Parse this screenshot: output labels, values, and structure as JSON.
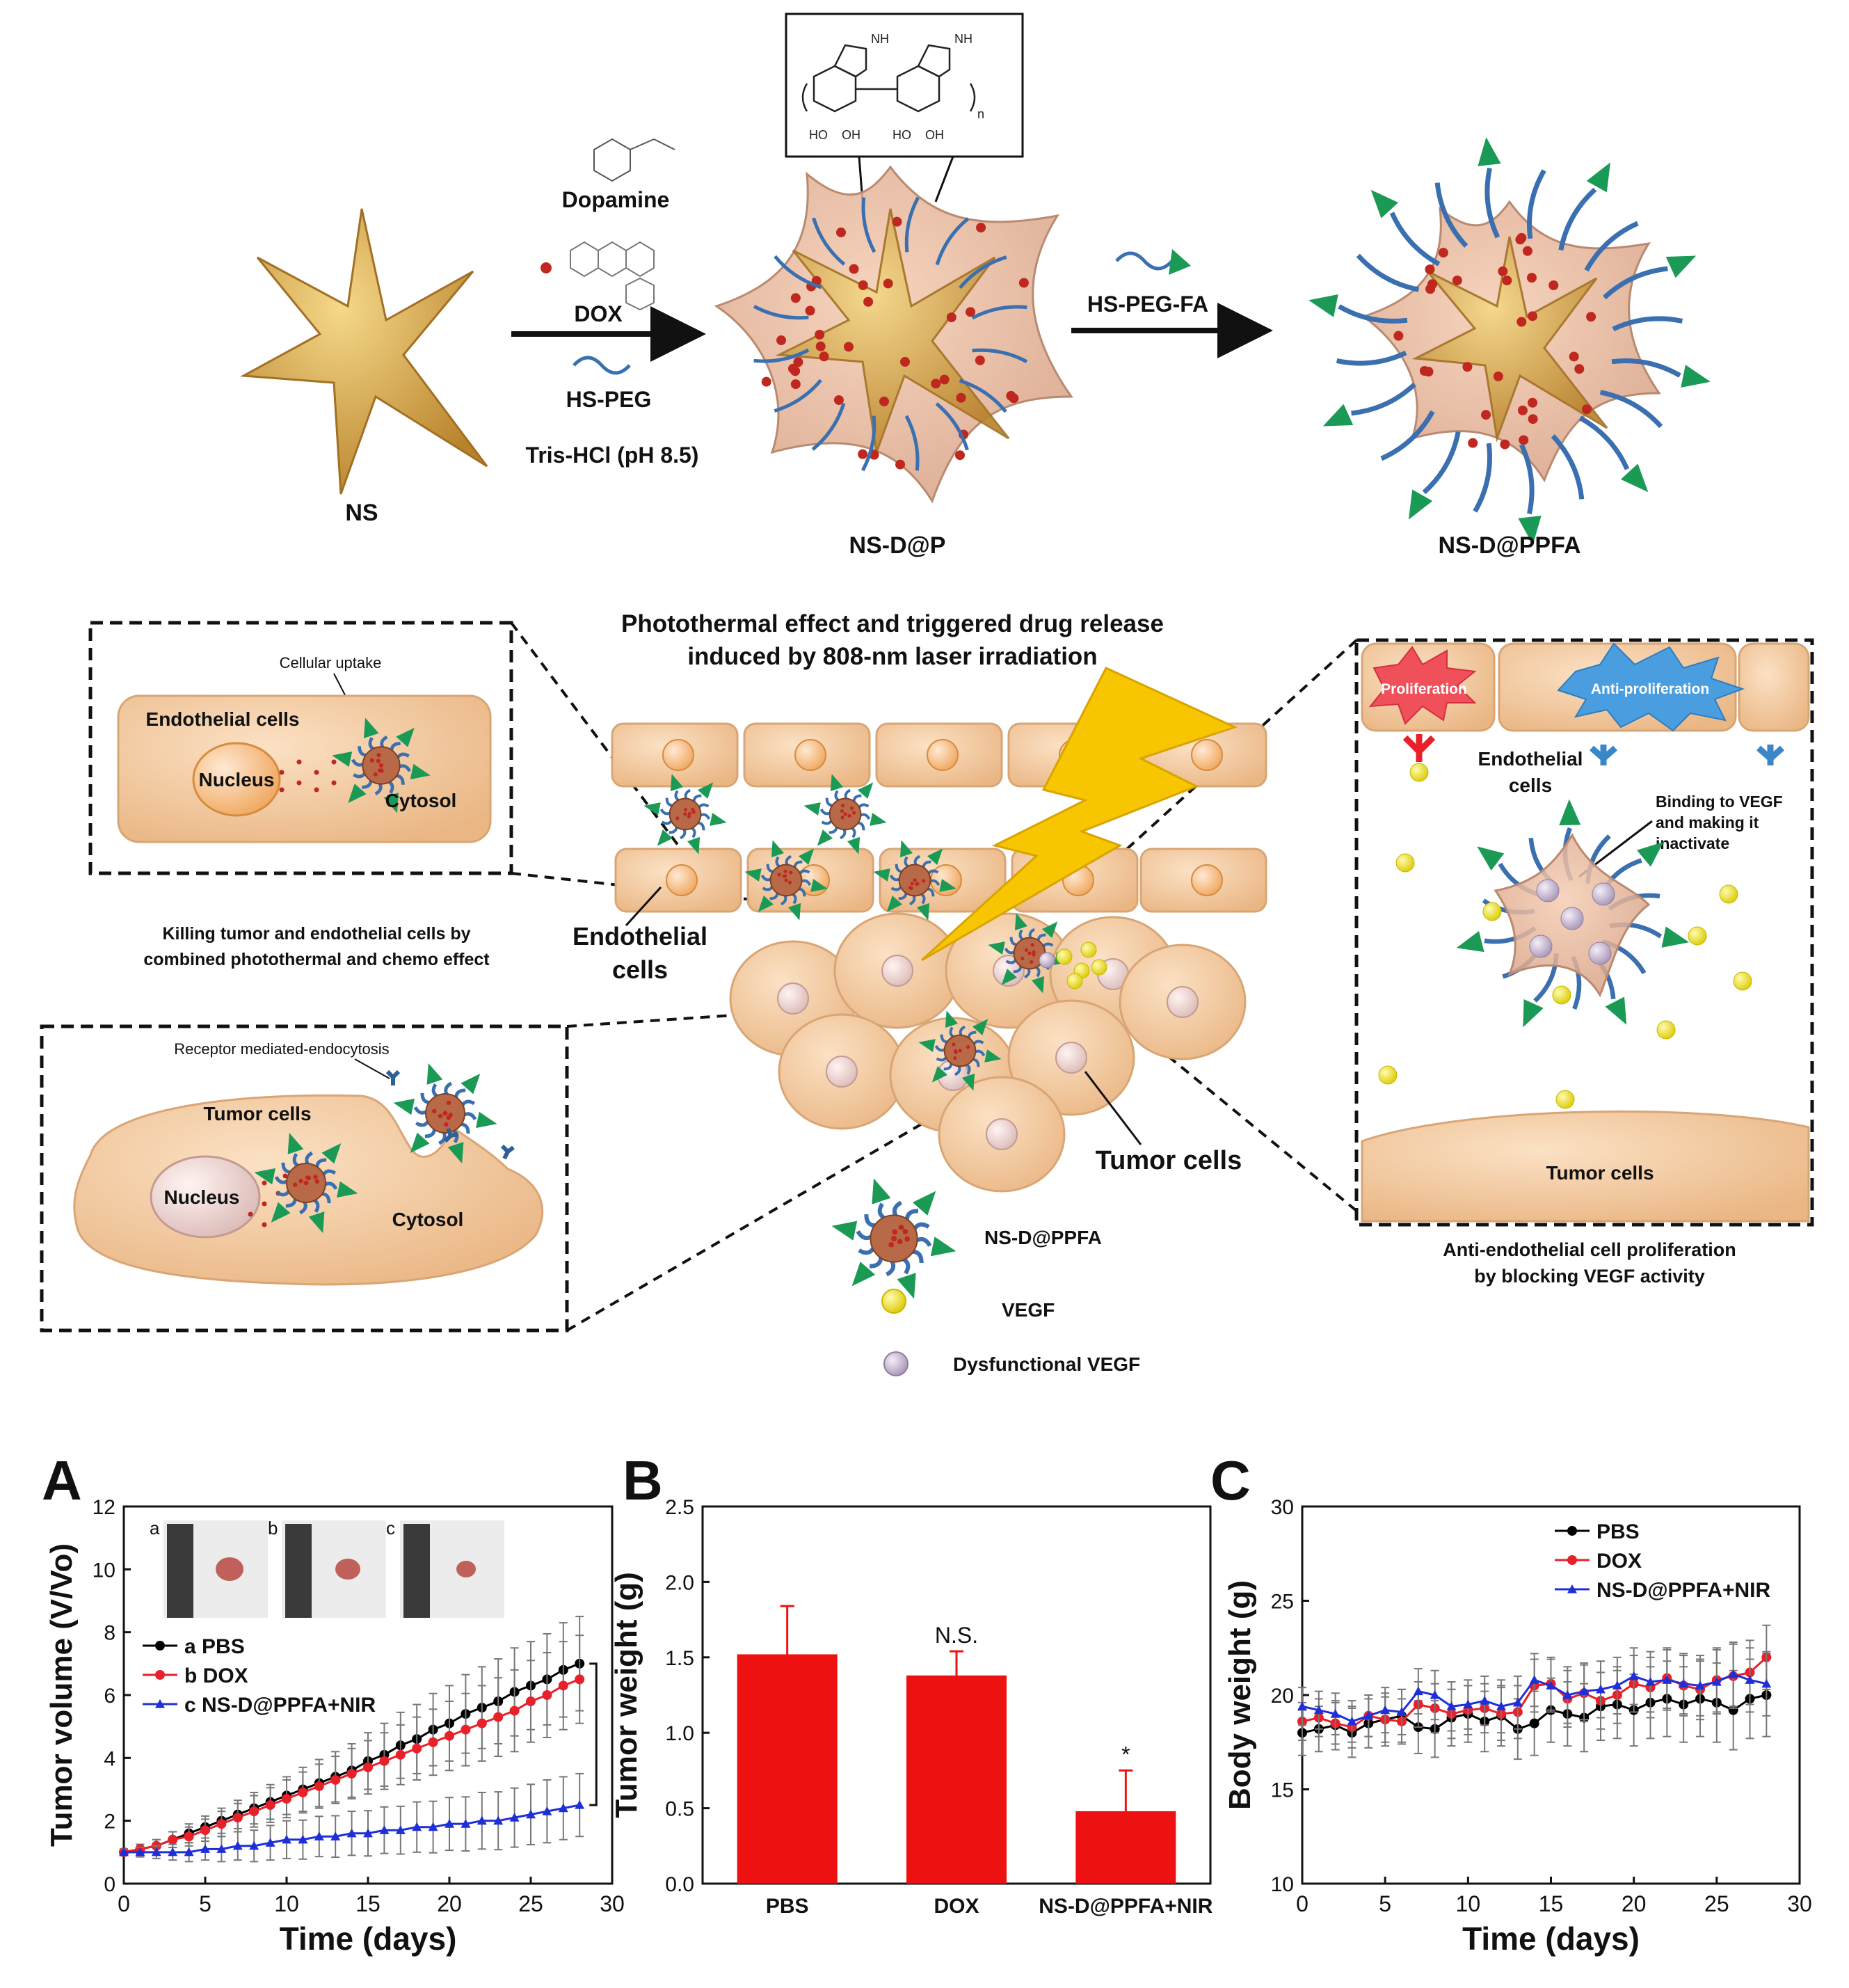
{
  "scheme": {
    "labels": {
      "ns": "NS",
      "nsdp": "NS-D@P",
      "nsdppfa": "NS-D@PPFA",
      "dopamine": "Dopamine",
      "dox": "DOX",
      "hspeg": "HS-PEG",
      "tris": "Tris-HCl (pH 8.5)",
      "hspegfa": "HS-PEG-FA",
      "nh": "NH",
      "oh": "OH",
      "ho": "HO",
      "n": "n"
    },
    "middle": {
      "title1": "Photothermal effect and triggered drug release",
      "title2": "induced by 808-nm  laser irradiation",
      "cellular_uptake": "Cellular uptake",
      "endothelial_cells": "Endothelial  cells",
      "nucleus": "Nucleus",
      "cytosol": "Cytosol",
      "killing1": "Killing  tumor and endothelial  cells by",
      "killing2": "combined  photothermal and chemo effect",
      "endothelial_center1": "Endothelial",
      "endothelial_center2": "cells",
      "receptor": "Receptor mediated-endocytosis",
      "tumor_cells": "Tumor cells",
      "tumor_cells_center": "Tumor cells",
      "proliferation": "Proliferation",
      "anti_proliferation": "Anti-proliferation",
      "endothelial_right1": "Endothelial",
      "endothelial_right2": "cells",
      "binding1": "Binding to VEGF",
      "binding2": "and making it",
      "binding3": "inactivate",
      "tumor_cells_right": "Tumor cells",
      "anti_endo1": "Anti-endothelial  cell proliferation",
      "anti_endo2": "by blocking  VEGF activity"
    },
    "legend": {
      "nsdppfa": "NS-D@PPFA",
      "vegf": "VEGF",
      "dysfunctional": "Dysfunctional  VEGF"
    },
    "colors": {
      "cell": "#f3c79a",
      "cell_edge": "#d9a574",
      "nucleus": "#f0d6cf",
      "gold": "#c9953a",
      "vegf": "#f2e21c",
      "dys_vegf": "#c8b6d2",
      "peg": "#3a6fb0",
      "fa": "#1a9a55",
      "dox": "#c0271e",
      "bolt": "#f7c600",
      "prolif": "#f0505a",
      "antiprolif": "#4a9ee0"
    }
  },
  "chart_data": [
    {
      "panel": "A",
      "type": "line",
      "xlabel": "Time (days)",
      "ylabel": "Tumor volume (V/Vo)",
      "xlim": [
        0,
        30
      ],
      "ylim": [
        0,
        12
      ],
      "xticks": [
        0,
        5,
        10,
        15,
        20,
        25,
        30
      ],
      "yticks": [
        0,
        2,
        4,
        6,
        8,
        10,
        12
      ],
      "inset_letters": [
        "a",
        "b",
        "c"
      ],
      "x": [
        0,
        1,
        2,
        3,
        4,
        5,
        6,
        7,
        8,
        9,
        10,
        11,
        12,
        13,
        14,
        15,
        16,
        17,
        18,
        19,
        20,
        21,
        22,
        23,
        24,
        25,
        26,
        27,
        28
      ],
      "series": [
        {
          "name": "a PBS",
          "color": "#000000",
          "marker": "circle",
          "values": [
            1.0,
            1.1,
            1.2,
            1.4,
            1.6,
            1.8,
            2.0,
            2.2,
            2.4,
            2.6,
            2.8,
            3.0,
            3.2,
            3.4,
            3.6,
            3.9,
            4.1,
            4.4,
            4.6,
            4.9,
            5.1,
            5.4,
            5.6,
            5.8,
            6.1,
            6.3,
            6.5,
            6.8,
            7.0
          ],
          "errors": [
            0.1,
            0.15,
            0.2,
            0.25,
            0.3,
            0.35,
            0.4,
            0.45,
            0.5,
            0.55,
            0.6,
            0.7,
            0.75,
            0.8,
            0.85,
            0.9,
            1.0,
            1.05,
            1.1,
            1.15,
            1.2,
            1.25,
            1.3,
            1.35,
            1.4,
            1.4,
            1.45,
            1.5,
            1.5
          ]
        },
        {
          "name": "b DOX",
          "color": "#e8202a",
          "marker": "circle",
          "values": [
            1.0,
            1.1,
            1.2,
            1.4,
            1.5,
            1.7,
            1.9,
            2.1,
            2.3,
            2.5,
            2.7,
            2.9,
            3.1,
            3.3,
            3.5,
            3.7,
            3.9,
            4.1,
            4.3,
            4.5,
            4.7,
            4.9,
            5.1,
            5.3,
            5.5,
            5.8,
            6.0,
            6.3,
            6.5
          ],
          "errors": [
            0.1,
            0.15,
            0.2,
            0.25,
            0.3,
            0.35,
            0.4,
            0.45,
            0.5,
            0.55,
            0.6,
            0.65,
            0.7,
            0.75,
            0.8,
            0.85,
            0.9,
            0.95,
            1.0,
            1.05,
            1.1,
            1.15,
            1.2,
            1.25,
            1.3,
            1.3,
            1.35,
            1.4,
            1.4
          ]
        },
        {
          "name": "c NS-D@PPFA+NIR",
          "color": "#1f2fd8",
          "marker": "triangle",
          "values": [
            1.0,
            1.0,
            1.0,
            1.0,
            1.0,
            1.1,
            1.1,
            1.2,
            1.2,
            1.3,
            1.4,
            1.4,
            1.5,
            1.5,
            1.6,
            1.6,
            1.7,
            1.7,
            1.8,
            1.8,
            1.9,
            1.9,
            2.0,
            2.0,
            2.1,
            2.2,
            2.3,
            2.4,
            2.5
          ],
          "errors": [
            0.1,
            0.15,
            0.2,
            0.25,
            0.3,
            0.35,
            0.4,
            0.45,
            0.5,
            0.55,
            0.6,
            0.62,
            0.64,
            0.66,
            0.7,
            0.72,
            0.74,
            0.76,
            0.8,
            0.82,
            0.84,
            0.86,
            0.9,
            0.92,
            0.94,
            0.96,
            1.0,
            1.0,
            1.0
          ]
        }
      ]
    },
    {
      "panel": "B",
      "type": "bar",
      "ylabel": "Tumor weight (g)",
      "ylim": [
        0,
        2.5
      ],
      "yticks": [
        0.0,
        0.5,
        1.0,
        1.5,
        2.0,
        2.5
      ],
      "categories": [
        "PBS",
        "DOX",
        "NS-D@PPFA+NIR"
      ],
      "values": [
        1.52,
        1.38,
        0.48
      ],
      "errors": [
        0.32,
        0.16,
        0.27
      ],
      "annotations": [
        "",
        "N.S.",
        "*"
      ],
      "color": "#ee1111"
    },
    {
      "panel": "C",
      "type": "line",
      "xlabel": "Time (days)",
      "ylabel": "Body weight (g)",
      "xlim": [
        0,
        30
      ],
      "ylim": [
        10,
        30
      ],
      "xticks": [
        0,
        5,
        10,
        15,
        20,
        25,
        30
      ],
      "yticks": [
        10,
        15,
        20,
        25,
        30
      ],
      "x": [
        0,
        1,
        2,
        3,
        4,
        5,
        6,
        7,
        8,
        9,
        10,
        11,
        12,
        13,
        14,
        15,
        16,
        17,
        18,
        19,
        20,
        21,
        22,
        23,
        24,
        25,
        26,
        27,
        28
      ],
      "series": [
        {
          "name": "PBS",
          "color": "#000000",
          "marker": "circle",
          "values": [
            18.0,
            18.2,
            18.4,
            18.0,
            18.5,
            18.7,
            18.9,
            18.3,
            18.2,
            18.8,
            19.0,
            18.6,
            18.9,
            18.2,
            18.5,
            19.2,
            19.0,
            18.8,
            19.4,
            19.5,
            19.2,
            19.6,
            19.8,
            19.5,
            19.8,
            19.6,
            19.2,
            19.8,
            20.0
          ],
          "errors": [
            1.2,
            1.2,
            1.3,
            1.3,
            1.3,
            1.4,
            1.4,
            1.4,
            1.5,
            1.5,
            1.5,
            1.6,
            1.6,
            1.6,
            1.7,
            1.7,
            1.7,
            1.8,
            1.8,
            1.8,
            1.9,
            1.9,
            2.0,
            2.0,
            2.0,
            2.1,
            2.1,
            2.1,
            2.2
          ]
        },
        {
          "name": "DOX",
          "color": "#e8202a",
          "marker": "circle",
          "values": [
            18.6,
            18.8,
            18.5,
            18.3,
            18.9,
            18.7,
            18.6,
            19.5,
            19.3,
            19.0,
            19.2,
            19.3,
            19.0,
            19.1,
            20.5,
            20.6,
            19.8,
            20.1,
            19.7,
            20.0,
            20.6,
            20.4,
            20.9,
            20.5,
            20.3,
            20.8,
            21.0,
            21.2,
            22.0
          ],
          "errors": [
            1.0,
            1.0,
            1.1,
            1.1,
            1.1,
            1.2,
            1.2,
            1.2,
            1.3,
            1.3,
            1.3,
            1.3,
            1.4,
            1.4,
            1.4,
            1.4,
            1.5,
            1.5,
            1.5,
            1.5,
            1.5,
            1.6,
            1.6,
            1.6,
            1.6,
            1.7,
            1.7,
            1.7,
            1.7
          ]
        },
        {
          "name": "NS-D@PPFA+NIR",
          "color": "#1f2fd8",
          "marker": "triangle",
          "values": [
            19.4,
            19.2,
            19.0,
            18.6,
            18.9,
            19.2,
            19.1,
            20.2,
            20.0,
            19.4,
            19.5,
            19.7,
            19.4,
            19.6,
            20.8,
            20.5,
            20.0,
            20.2,
            20.3,
            20.5,
            21.0,
            20.7,
            20.8,
            20.6,
            20.5,
            20.7,
            21.1,
            20.8,
            20.6
          ],
          "errors": [
            1.0,
            1.0,
            1.1,
            1.1,
            1.1,
            1.2,
            1.2,
            1.2,
            1.3,
            1.3,
            1.3,
            1.3,
            1.4,
            1.4,
            1.4,
            1.4,
            1.5,
            1.5,
            1.5,
            1.5,
            1.5,
            1.6,
            1.6,
            1.6,
            1.6,
            1.7,
            1.7,
            1.7,
            1.7
          ]
        }
      ]
    }
  ]
}
